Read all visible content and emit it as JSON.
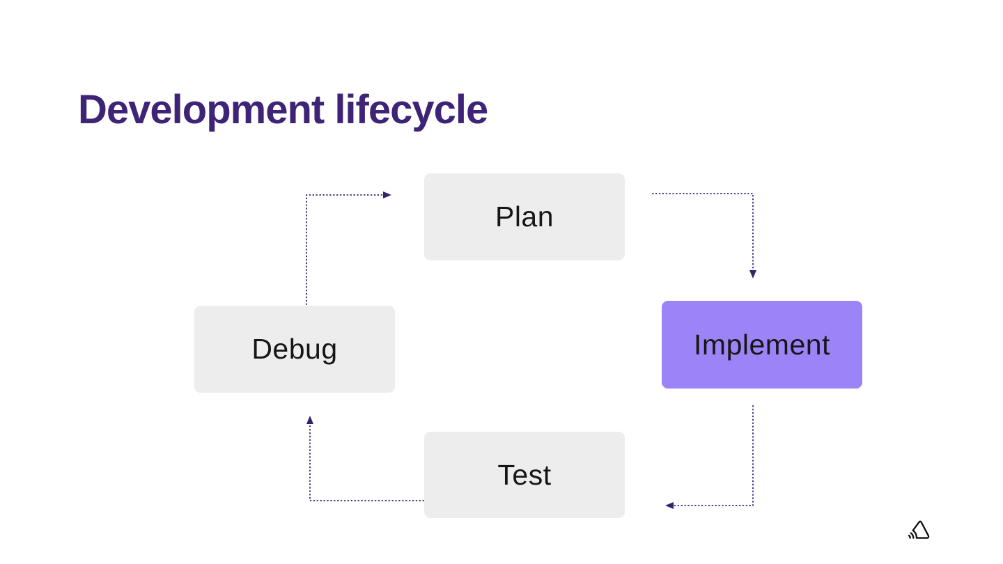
{
  "slide": {
    "title": "Development lifecycle"
  },
  "diagram": {
    "type": "cycle-flowchart",
    "nodes": [
      {
        "id": "plan",
        "label": "Plan",
        "variant": "gray",
        "position": "top-center"
      },
      {
        "id": "implement",
        "label": "Implement",
        "variant": "purple",
        "position": "right",
        "highlighted": true
      },
      {
        "id": "test",
        "label": "Test",
        "variant": "gray",
        "position": "bottom-center"
      },
      {
        "id": "debug",
        "label": "Debug",
        "variant": "gray",
        "position": "left"
      }
    ],
    "edges": [
      {
        "from": "plan",
        "to": "implement",
        "style": "dotted-arrow"
      },
      {
        "from": "implement",
        "to": "test",
        "style": "dotted-arrow"
      },
      {
        "from": "test",
        "to": "debug",
        "style": "dotted-arrow"
      },
      {
        "from": "debug",
        "to": "plan",
        "style": "dotted-arrow"
      }
    ]
  },
  "footer": {
    "logo": "sentry-logo"
  },
  "colors": {
    "title": "#3e2377",
    "arrow": "#35226e",
    "node_gray": "#ededee",
    "node_purple": "#9c84f8",
    "node_text": "#161616",
    "background": "#ffffff",
    "logo": "#111111"
  }
}
